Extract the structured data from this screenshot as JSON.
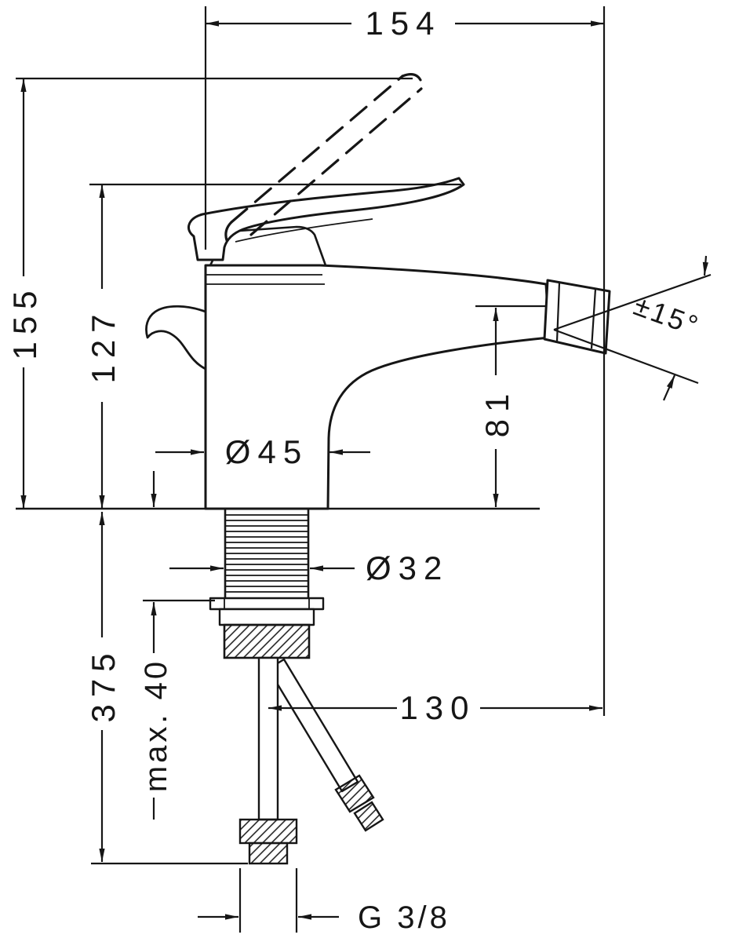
{
  "page": {
    "background": "#ffffff",
    "ink": "#161616"
  },
  "diagram": {
    "type": "technical-dimension-drawing",
    "labels": {
      "reach": "154",
      "total_height": "155",
      "lever_height": "127",
      "base_diameter": "Ø45",
      "spout_height": "81",
      "spray_angle": "±15°",
      "shank_diameter": "Ø32",
      "hose_length": "375",
      "max_deck_thickness": "max. 40",
      "axis_to_tip": "130",
      "thread": "G 3/8"
    }
  }
}
